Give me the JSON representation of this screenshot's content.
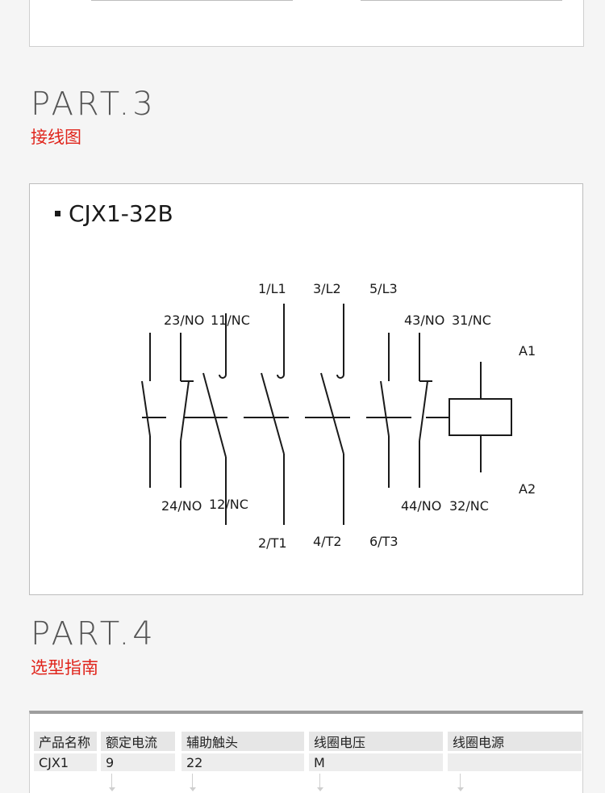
{
  "part3": {
    "title": "PART.3",
    "subtitle": "接线图"
  },
  "diagram": {
    "model": "CJX1-32B",
    "labels": {
      "l1": "1/L1",
      "l2": "3/L2",
      "l3": "5/L3",
      "no23": "23/NO",
      "nc11": "11/NC",
      "no43": "43/NO",
      "nc31": "31/NC",
      "a1": "A1",
      "a2": "A2",
      "no24": "24/NO",
      "nc12": "12/NC",
      "no44": "44/NO",
      "nc32": "32/NC",
      "t1": "2/T1",
      "t2": "4/T2",
      "t3": "6/T3"
    }
  },
  "part4": {
    "title": "PART.4",
    "subtitle": "选型指南"
  },
  "table": {
    "headers": [
      "产品名称",
      "额定电流",
      "辅助触头",
      "线圈电压",
      "线圈电源"
    ],
    "values": [
      "CJX1",
      "9",
      "22",
      "M",
      ""
    ]
  },
  "colors": {
    "accent": "#e0241b",
    "line": "#1a1a1a"
  }
}
